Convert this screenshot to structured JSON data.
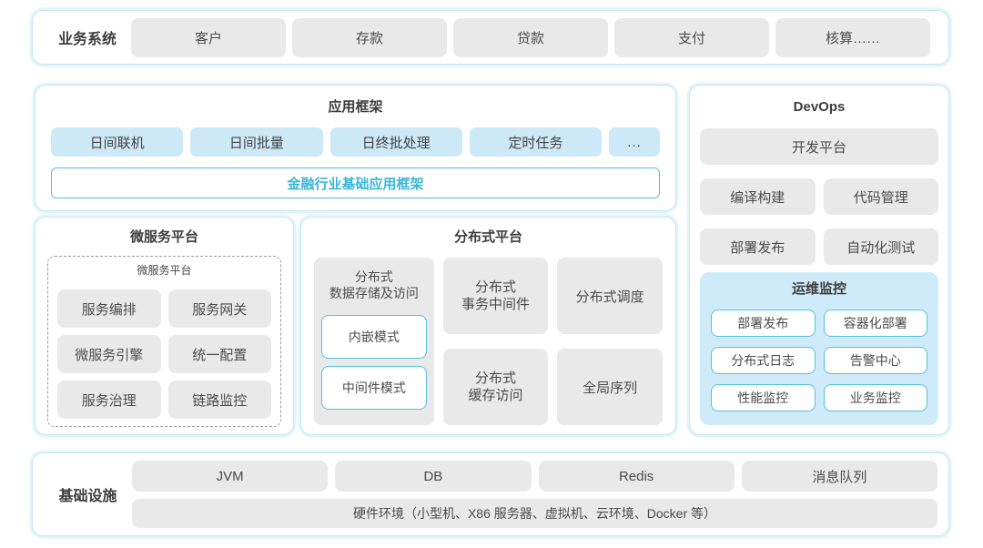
{
  "colors": {
    "panel_border": "#c6e7f1",
    "box_gray": "#e9e9e9",
    "box_blue": "#cde8f6",
    "monitor_bg": "#cfebf9",
    "accent_border": "#55c0dc",
    "accent_text": "#3ab5d9",
    "text": "#4b4b4b"
  },
  "business": {
    "label": "业务系统",
    "items": [
      "客户",
      "存款",
      "贷款",
      "支付",
      "核算……"
    ]
  },
  "app_framework": {
    "title": "应用框架",
    "items": [
      "日间联机",
      "日间批量",
      "日终批处理",
      "定时任务",
      "..."
    ],
    "base": "金融行业基础应用框架"
  },
  "devops": {
    "title": "DevOps",
    "platform": "开发平台",
    "tools": [
      "编译构建",
      "代码管理",
      "部署发布",
      "自动化测试"
    ],
    "monitoring": {
      "title": "运维监控",
      "items": [
        "部署发布",
        "容器化部署",
        "分布式日志",
        "告警中心",
        "性能监控",
        "业务监控"
      ]
    }
  },
  "microservice": {
    "title": "微服务平台",
    "inner_title": "微服务平台",
    "items": [
      "服务编排",
      "服务网关",
      "微服务引擎",
      "统一配置",
      "服务治理",
      "链路监控"
    ]
  },
  "distributed": {
    "title": "分布式平台",
    "storage": {
      "line1": "分布式",
      "line2": "数据存储及访问",
      "modes": [
        "内嵌模式",
        "中间件模式"
      ]
    },
    "middle": [
      {
        "line1": "分布式",
        "line2": "事务中间件"
      },
      {
        "line1": "分布式",
        "line2": "缓存访问"
      }
    ],
    "right": [
      "分布式调度",
      "全局序列"
    ]
  },
  "infrastructure": {
    "label": "基础设施",
    "items": [
      "JVM",
      "DB",
      "Redis",
      "消息队列"
    ],
    "hardware": "硬件环境（小型机、X86 服务器、虚拟机、云环境、Docker 等）"
  }
}
